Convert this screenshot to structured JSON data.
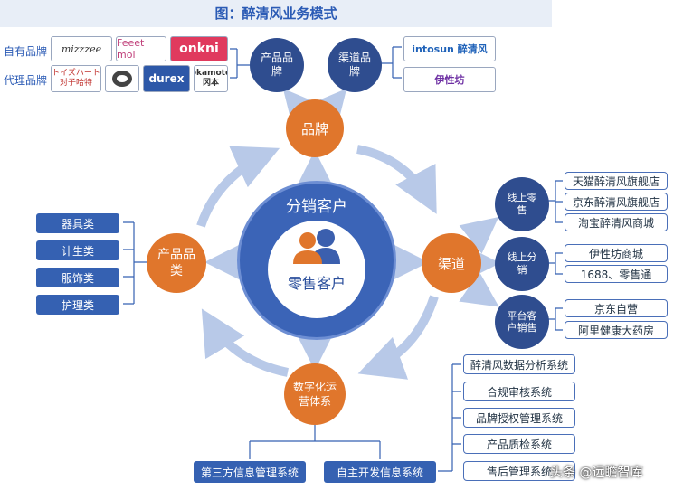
{
  "title": "图：醉清风业务模式",
  "brands": {
    "own_label": "自有品牌",
    "agent_label": "代理品牌",
    "own_logos": [
      "mizzzee",
      "Feeet moi",
      "onkni"
    ],
    "agent_logos": [
      "トイズハート 对子哈特",
      "",
      "durex",
      "okamoto 冈本"
    ]
  },
  "top_circles": {
    "product_brand": "产品品牌",
    "channel_brand": "渠道品牌"
  },
  "channel_brand_logos": [
    "intosun 醉清风",
    "伊性坊"
  ],
  "brand_node": "品牌",
  "center": {
    "top": "分销客户",
    "bottom": "零售客户"
  },
  "product_node": "产品品类",
  "channel_node": "渠道",
  "digital_node": "数字化运营体系",
  "categories": [
    "器具类",
    "计生类",
    "服饰类",
    "护理类"
  ],
  "channel_groups": [
    {
      "label": "线上零售",
      "items": [
        "天猫醉清风旗舰店",
        "京东醉清风旗舰店",
        "淘宝醉清风商城"
      ]
    },
    {
      "label": "线上分销",
      "items": [
        "伊性坊商城",
        "1688、零售通"
      ]
    },
    {
      "label": "平台客户销售",
      "items": [
        "京东自营",
        "阿里健康大药房"
      ]
    }
  ],
  "systems": {
    "third_party": "第三方信息管理系统",
    "self_dev": "自主开发信息系统",
    "subsystems": [
      "醉清风数据分析系统",
      "合规审核系统",
      "品牌授权管理系统",
      "产品质检系统",
      "售后管理系统"
    ]
  },
  "watermark": "头条 @远瞻智库",
  "colors": {
    "dark_blue": "#2f4d8f",
    "orange": "#e0762c",
    "center_blue": "#3b64b7",
    "arrow": "#b8c9e8"
  }
}
